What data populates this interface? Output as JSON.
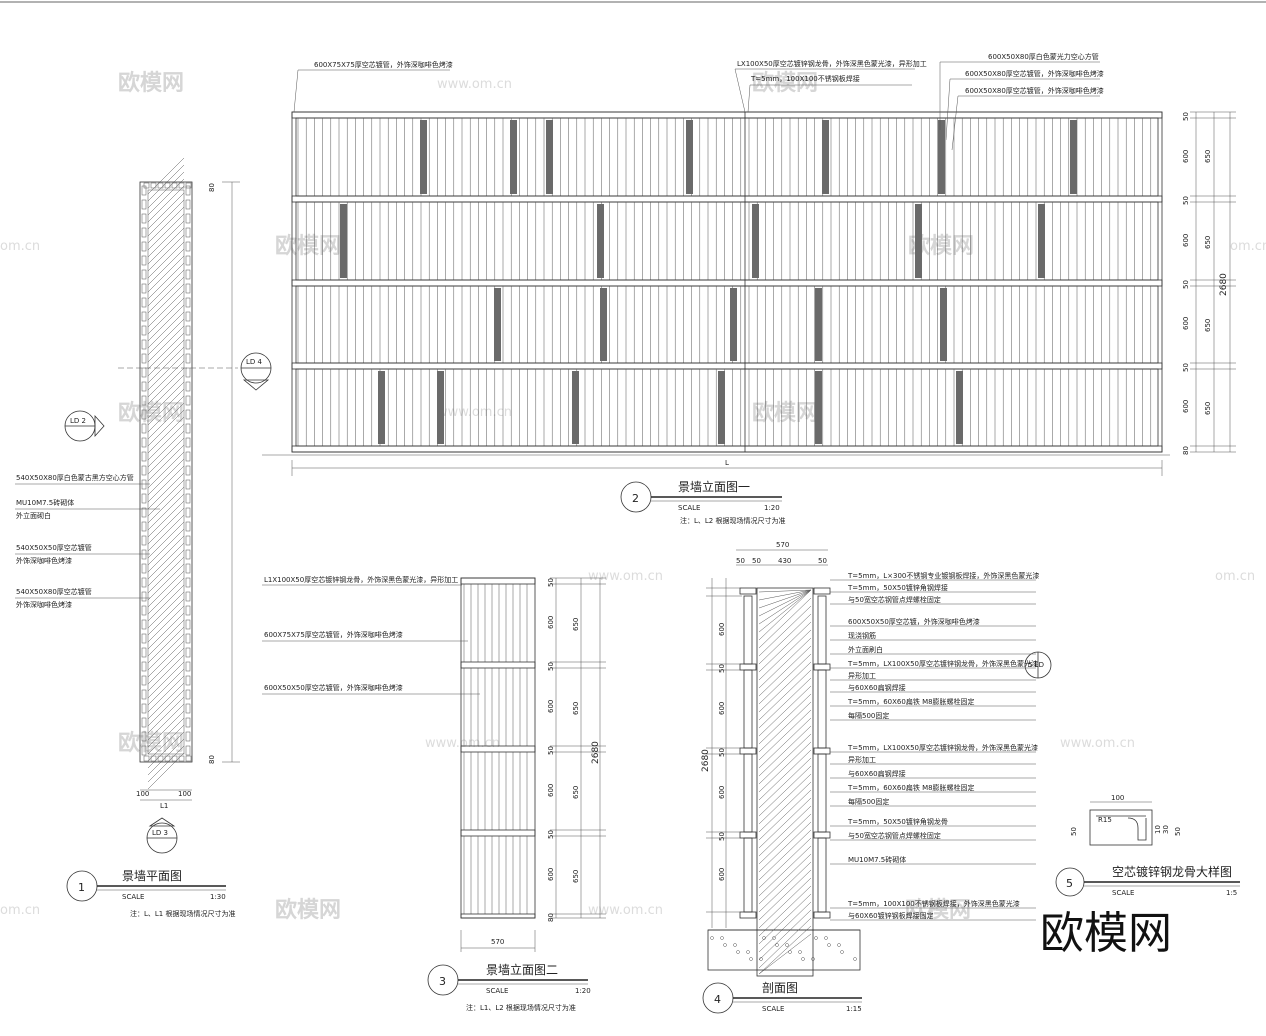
{
  "views": {
    "plan": {
      "number": "1",
      "title": "景墙平面图",
      "scale_label": "SCALE",
      "scale": "1:30",
      "note": "注：L、L1 根据现场情况尺寸为准",
      "dims": {
        "width_label": "L1",
        "left": "100",
        "right": "100",
        "top": "80",
        "bottom": "80"
      },
      "section_mark_2": "LD 2",
      "section_mark_3": "LD 3",
      "section_mark_4": "LD 4",
      "annotations": [
        "540X50X80厚白色蒙古黑方空心方管",
        "MU10M7.5砖砌体",
        "外立面砌白",
        "540X50X50厚空芯镀管",
        "外饰深咖啡色烤漆",
        "540X50X80厚空芯镀管",
        "外饰深咖啡色烤漆"
      ]
    },
    "elev1": {
      "number": "2",
      "title": "景墙立面图一",
      "scale_label": "SCALE",
      "scale": "1:20",
      "note": "注：L、L2 根据现场情况尺寸为准",
      "length_label": "L",
      "annotations": [
        "600X75X75厚空芯镀管，外饰深咖啡色烤漆",
        "LX100X50厚空芯镀锌钢龙骨，外饰深黑色蒙光漆，异形加工",
        "T=5mm，100X100不锈钢板焊接",
        "600X50X80厚白色蒙光力空心方管",
        "600X50X80厚空芯镀管，外饰深咖啡色烤漆",
        "600X50X80厚空芯镀管，外饰深咖啡色烤漆"
      ],
      "dims_right_a": [
        "50",
        "600",
        "50",
        "600",
        "50",
        "600",
        "50",
        "600",
        "80"
      ],
      "dims_right_b": [
        "650",
        "650",
        "650",
        "650"
      ],
      "total": "2680"
    },
    "elev2": {
      "number": "3",
      "title": "景墙立面图二",
      "scale_label": "SCALE",
      "scale": "1:20",
      "note": "注：L1、L2 根据现场情况尺寸为准",
      "width": "570",
      "annotations": [
        "L1X100X50厚空芯镀锌钢龙骨，外饰深黑色蒙光漆，异形加工",
        "600X75X75厚空芯镀管，外饰深咖啡色烤漆",
        "600X50X50厚空芯镀管，外饰深咖啡色烤漆"
      ],
      "dims_a": [
        "50",
        "600",
        "50",
        "600",
        "50",
        "600",
        "50",
        "600",
        "80"
      ],
      "dims_b": [
        "650",
        "650",
        "650",
        "650"
      ],
      "total": "2680"
    },
    "section": {
      "number": "4",
      "title": "剖面图",
      "scale_label": "SCALE",
      "scale": "1:15",
      "top_dims": {
        "total": "570",
        "a": "50",
        "b": "50",
        "c": "430",
        "d": "50"
      },
      "left_dims": [
        "600",
        "50",
        "600",
        "50",
        "600",
        "50",
        "600"
      ],
      "total": "2680",
      "detail_mark": "5 LD",
      "annotations": [
        "T=5mm，L×300不锈钢专业镀钢板焊接，外饰深黑色蒙光漆",
        "T=5mm，50X50镀锌角钢焊接",
        "与50宽空芯钢管点焊螺栓固定",
        "600X50X50厚空芯镀，外饰深咖啡色烤漆",
        "现浇钢筋",
        "外立面刷白",
        "T=5mm，LX100X50厚空芯镀锌钢龙骨，外饰深黑色蒙光漆",
        "异形加工",
        "与60X60扁钢焊接",
        "T=5mm，60X60扁铁 M8膨胀螺栓固定",
        "每隔500固定",
        "T=5mm，LX100X50厚空芯镀锌钢龙骨，外饰深黑色蒙光漆",
        "异形加工",
        "与60X60扁钢焊接",
        "T=5mm，60X60扁铁 M8膨胀螺栓固定",
        "每隔500固定",
        "T=5mm，50X50镀锌角钢龙骨",
        "与50宽空芯钢管点焊螺栓固定",
        "MU10M7.5砖砌体",
        "T=5mm，100X100不锈钢板焊接，外饰深黑色蒙光漆",
        "与60X60镀锌钢板焊接固定"
      ]
    },
    "detail": {
      "number": "5",
      "title": "空芯镀锌钢龙骨大样图",
      "scale_label": "SCALE",
      "scale": "1:5",
      "dims": {
        "width": "100",
        "h_left": "50",
        "h_right": "50",
        "wall": "10",
        "inner": "30",
        "r": "R15"
      }
    }
  },
  "watermark": {
    "brand": "欧模网",
    "url": "www.om.cn",
    "url_short": "om.cn"
  },
  "logo": "欧模网"
}
